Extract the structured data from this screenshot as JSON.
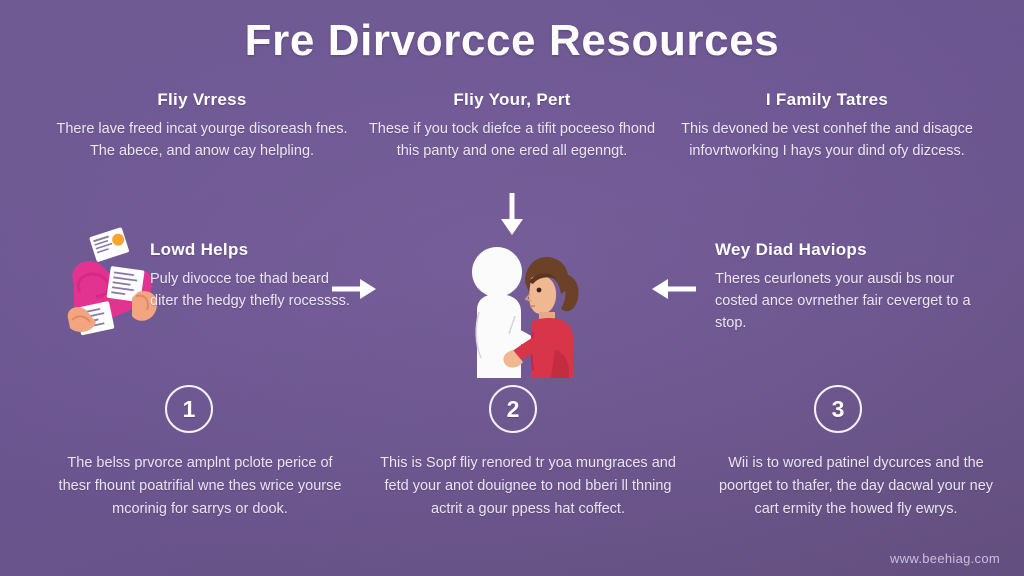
{
  "page": {
    "title": "Fre Dirvorcce Resources",
    "background_color": "#6b5590",
    "text_color": "#ffffff",
    "accent_pink": "#e8318f",
    "accent_red": "#d8344a",
    "accent_skin": "#f3a580"
  },
  "top_blocks": [
    {
      "heading": "Fliy Vrress",
      "body": "There lave freed incat yourge disoreash fnes. The abece, and anow cay helpling."
    },
    {
      "heading": "Fliy Your, Pert",
      "body": "These if you tock diefce a tifit poceeso fhond this panty and one ered all egenngt."
    },
    {
      "heading": "I Family Tatres",
      "body": "This devoned be vest conhef the and disagce infovrtworking I hays your dind ofy dizcess."
    }
  ],
  "middle_blocks": [
    {
      "heading": "Lowd Helps",
      "body": "Puly divocce toe thad beard diter the hedgy thefly rocessss."
    },
    {
      "heading": "Wey Diad Haviops",
      "body": "Theres ceurlonets your ausdi bs nour costed ance ovrnether fair ceverget to a stop."
    }
  ],
  "steps": [
    {
      "number": "1",
      "text": "The belss prvorce amplnt pclote perice of thesr fhount poatrifial wne thes wrice yourse mcorinig for sarrys or dook."
    },
    {
      "number": "2",
      "text": "This is Sopf fliy renored tr yoa mungraces and fetd your anot douignee to nod bberi ll thning actrit a gour ppess hat coffect."
    },
    {
      "number": "3",
      "text": "Wii is to wored patinel dycurces and the poortget to thafer, the day dacwal your ney cart ermity the howed fly ewrys."
    }
  ],
  "icons": {
    "arrow_down": "arrow-down-icon",
    "arrow_right": "arrow-right-icon",
    "arrow_left": "arrow-left-icon",
    "papers": "documents-in-hands-illustration",
    "couple": "two-people-illustration"
  },
  "footer": {
    "url": "www.beehiag.com"
  }
}
